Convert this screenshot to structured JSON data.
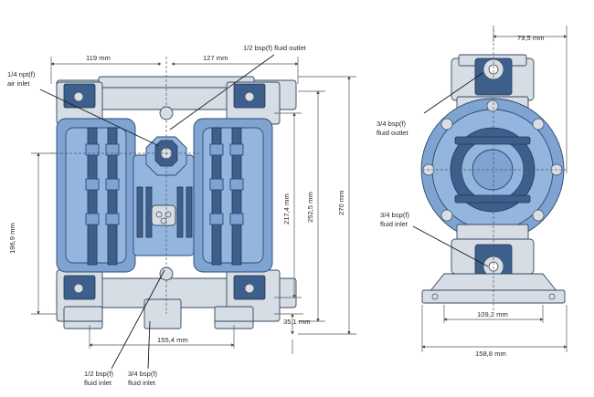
{
  "dimensions": {
    "left_width": "119 mm",
    "right_width": "127 mm",
    "height_196": "196,9 mm",
    "height_217": "217,4 mm",
    "height_252": "252,5 mm",
    "height_270": "270 mm",
    "inlet_height": "35,1 mm",
    "base_width": "155,4 mm",
    "side_top_width": "79,5 mm",
    "side_base_width": "109,2 mm",
    "side_total_width": "158,8 mm"
  },
  "callouts": {
    "air_inlet_1": "1/4 npt(f)",
    "air_inlet_2": "air inlet",
    "outlet_front": "1/2 bsp(f) fluid outlet",
    "inlet_half_1": "1/2 bsp(f)",
    "inlet_half_2": "fluid inlet",
    "inlet_3q_1": "3/4 bsp(f)",
    "inlet_3q_2": "fluid inlet",
    "side_outlet_1": "3/4 bsp(f)",
    "side_outlet_2": "fluid outlet",
    "side_inlet_1": "3/4 bsp(f)",
    "side_inlet_2": "fluid inlet"
  },
  "colors": {
    "pump_blue": "#7fa4d2",
    "frame_grey": "#d6dde5"
  }
}
